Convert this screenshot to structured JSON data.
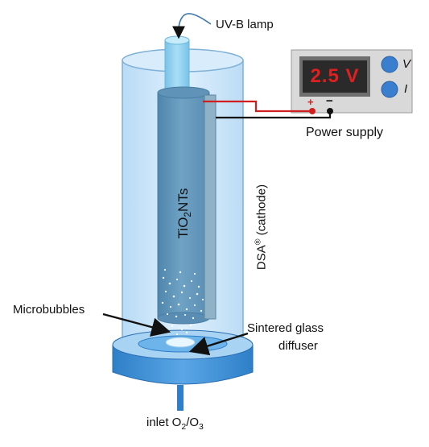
{
  "labels": {
    "uv_lamp": "UV-B lamp",
    "power_supply": "Power supply",
    "display_value": "2.5 V",
    "knob_v": "V",
    "knob_i": "I",
    "plus": "+",
    "minus": "−",
    "tio2_main": "TiO",
    "tio2_sub": "2",
    "tio2_rest": "NTs",
    "dsa_main": "DSA",
    "dsa_sup": "®",
    "dsa_rest": " (cathode)",
    "microbubbles": "Microbubbles",
    "sintered_line1": "Sintered glass",
    "sintered_line2": "diffuser",
    "inlet_prefix": "inlet O",
    "inlet_sub1": "2",
    "inlet_mid": "/O",
    "inlet_sub2": "3"
  },
  "colors": {
    "reactor_fill": "#cfe6fb",
    "lamp": "#8fd0ef",
    "tube": "#5f93b7",
    "cathode": "#8fb2c6",
    "base": "#3c8fd6",
    "knob": "#3a7fcf",
    "wire_red": "#d11f1f",
    "wire_black": "#111111"
  }
}
